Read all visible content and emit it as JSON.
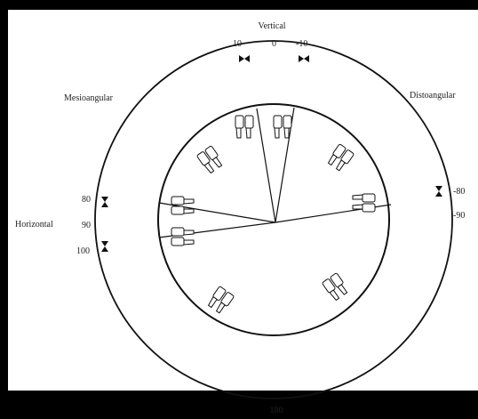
{
  "diagram": {
    "labels": {
      "top": "Vertical",
      "bottom": "180",
      "left_group": "Horizontal",
      "top_left": "Mesioangular",
      "top_right": "Distoangular"
    },
    "tick_labels": {
      "top_left": "10",
      "top_center": "0",
      "top_right": "-10",
      "left_upper": "80",
      "left_center": "90",
      "left_lower": "100",
      "right_upper": "-80",
      "right_lower": "-90"
    },
    "teeth_icons": [
      "tooth-icon-vertical-left",
      "tooth-icon-vertical-right",
      "tooth-icon-mesioangular",
      "tooth-icon-horizontal-upper",
      "tooth-icon-horizontal-lower",
      "tooth-icon-mesioangular-lower",
      "tooth-icon-distoangular-upper",
      "tooth-icon-distoangular-right",
      "tooth-icon-distoangular-lower"
    ],
    "colors": {
      "frame": "#000000",
      "background": "#ffffff",
      "stroke": "#111111"
    }
  }
}
